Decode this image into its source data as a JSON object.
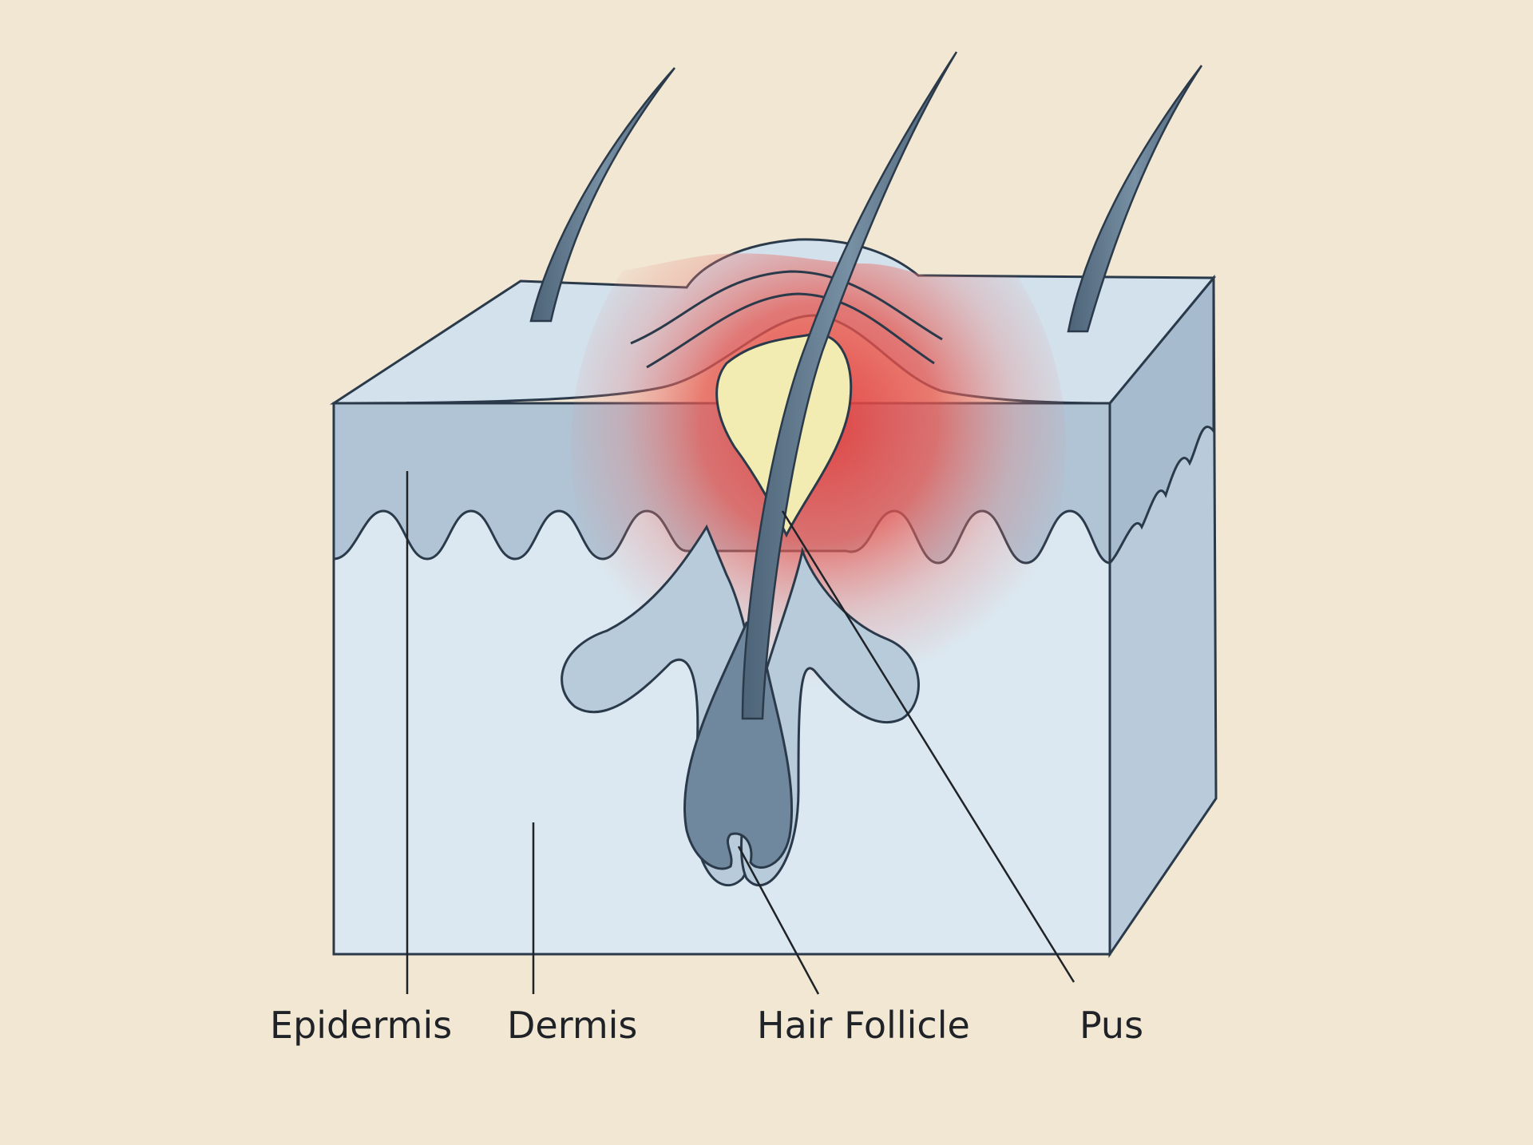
{
  "diagram": {
    "labels": {
      "epidermis": "Epidermis",
      "dermis": "Dermis",
      "hair_follicle": "Hair Follicle",
      "pus": "Pus"
    }
  },
  "colors": {
    "background": "#f1e7d3",
    "skin_top": "#d3e2ec",
    "skin_front": "#dbe8f1",
    "skin_side": "#b7cadb",
    "epidermis_band": "#aec3d4",
    "inflammation": "#e05a56",
    "pus": "#f2ecb3",
    "hair": "#5e7588",
    "outline": "#2b3a4a",
    "label_text": "#1f2227"
  }
}
